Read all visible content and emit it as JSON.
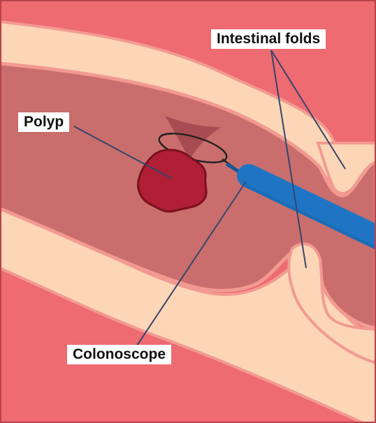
{
  "labels": {
    "intestinal_folds": "Intestinal folds",
    "polyp": "Polyp",
    "colonoscope": "Colonoscope"
  },
  "colors": {
    "outer_tissue": "#ee6b72",
    "intestinal_wall": "#fcd6b6",
    "wall_edge": "#f29a92",
    "lumen": "#c96e6c",
    "polyp": "#b01f35",
    "polyp_outline": "#7a1020",
    "polyp_stalk": "#a64c52",
    "snare_wire": "#222222",
    "colonoscope": "#1f75c4",
    "colonoscope_dark": "#155a9c",
    "leader_line": "#36456b",
    "frame_border": "#b9414a"
  }
}
